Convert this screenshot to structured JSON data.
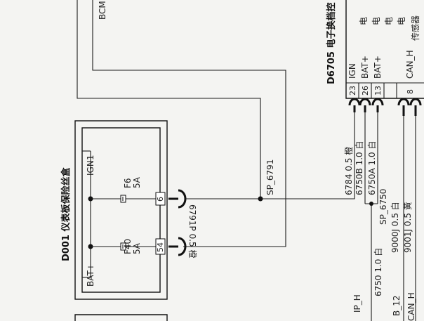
{
  "left_module": {
    "label": "BCM"
  },
  "fuse_box": {
    "title": "D001 仪表板保险丝盒",
    "inputs": {
      "ign": "IGN1",
      "bat": "BAT+"
    },
    "fuses": [
      {
        "id": "F6",
        "rating": "5A",
        "pin": "6"
      },
      {
        "id": "F40",
        "rating": "5A",
        "pin": "54"
      }
    ]
  },
  "splices": {
    "sp6791": "SP_6791",
    "sp6750": "SP_6750"
  },
  "wires": {
    "w6791p": "6791P 0.5 橙",
    "w6784": "6784 0.5 橙",
    "w6750b": "6750B 1.0 白",
    "w6750a": "6750A 1.0 白",
    "w6750": "6750 1.0 白",
    "w9000j": "9000J 0.5 白",
    "w9001j": "9001J 0.5 黄"
  },
  "bus_labels": {
    "ip_h": "IP_H",
    "b12": "B_12",
    "can_h": "CAN_H"
  },
  "gearshift_module": {
    "title": "D6705 电子换档控",
    "pins": [
      {
        "num": "23",
        "signal": "IGN"
      },
      {
        "num": "26",
        "signal": "BAT+"
      },
      {
        "num": "13",
        "signal": "BAT+"
      },
      {
        "num": "8",
        "signal": "CAN_H"
      }
    ],
    "side_labels": [
      "电",
      "电",
      "电",
      "电",
      "传感器"
    ]
  }
}
